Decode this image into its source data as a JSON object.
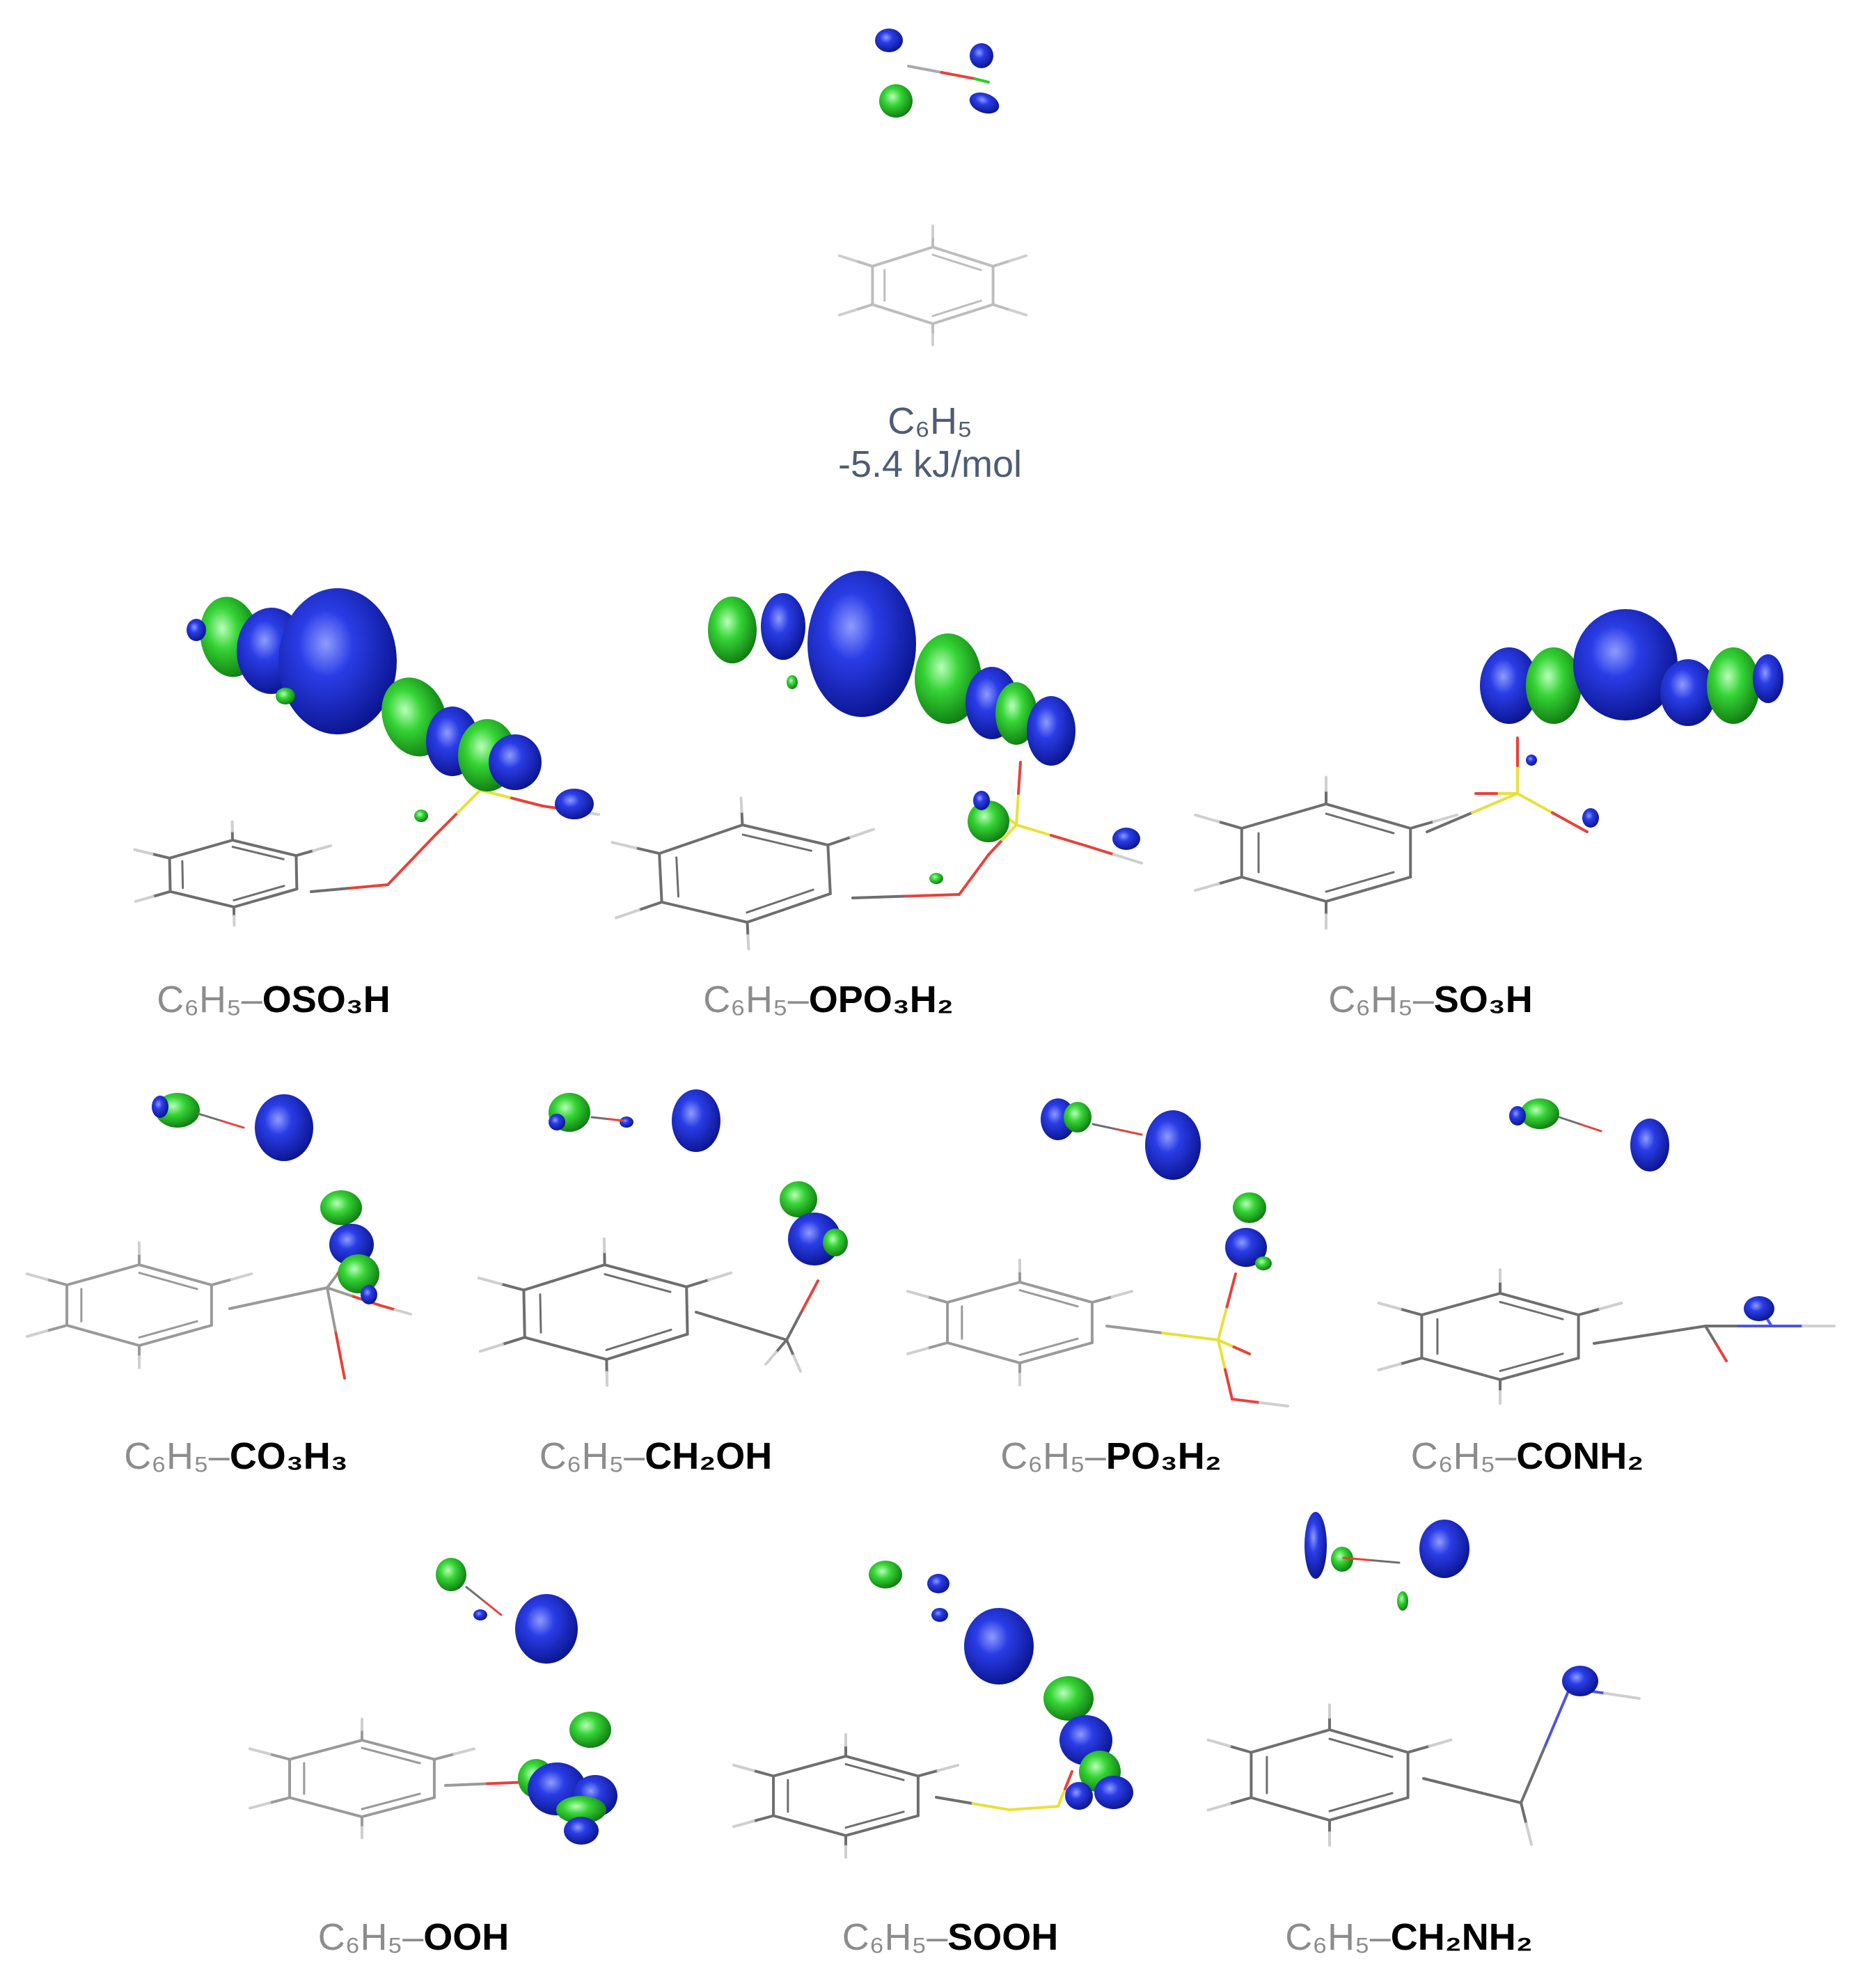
{
  "reference": {
    "formula": "C₆H₅",
    "energy": "-5.4 kJ/mol"
  },
  "molecules": [
    {
      "base": "C₆H₅–",
      "group": "OSO₃H"
    },
    {
      "base": "C₆H₅–",
      "group": "OPO₃H₂"
    },
    {
      "base": "C₆H₅–",
      "group": "SO₃H"
    },
    {
      "base": "C₆H₅–",
      "group": "CO₃H₃"
    },
    {
      "base": "C₆H₅–",
      "group": "CH₂OH"
    },
    {
      "base": "C₆H₅–",
      "group": "PO₃H₂"
    },
    {
      "base": "C₆H₅–",
      "group": "CONH₂"
    },
    {
      "base": "C₆H₅–",
      "group": "OOH"
    },
    {
      "base": "C₆H₅–",
      "group": "SOOH"
    },
    {
      "base": "C₆H₅–",
      "group": "CH₂NH₂"
    }
  ],
  "colors": {
    "iso_negative": "#1a2fd6",
    "iso_positive": "#2ecc2e",
    "oxygen": "#e8413a",
    "sulfur_phosphorus": "#e8e03a",
    "nitrogen": "#4b55e0",
    "carbon": "#6e6e6e",
    "hydrogen": "#cfcfcf",
    "label_gray": "#8c8c8c",
    "label_bold": "#000000",
    "reference_label": "#4e5d74"
  }
}
